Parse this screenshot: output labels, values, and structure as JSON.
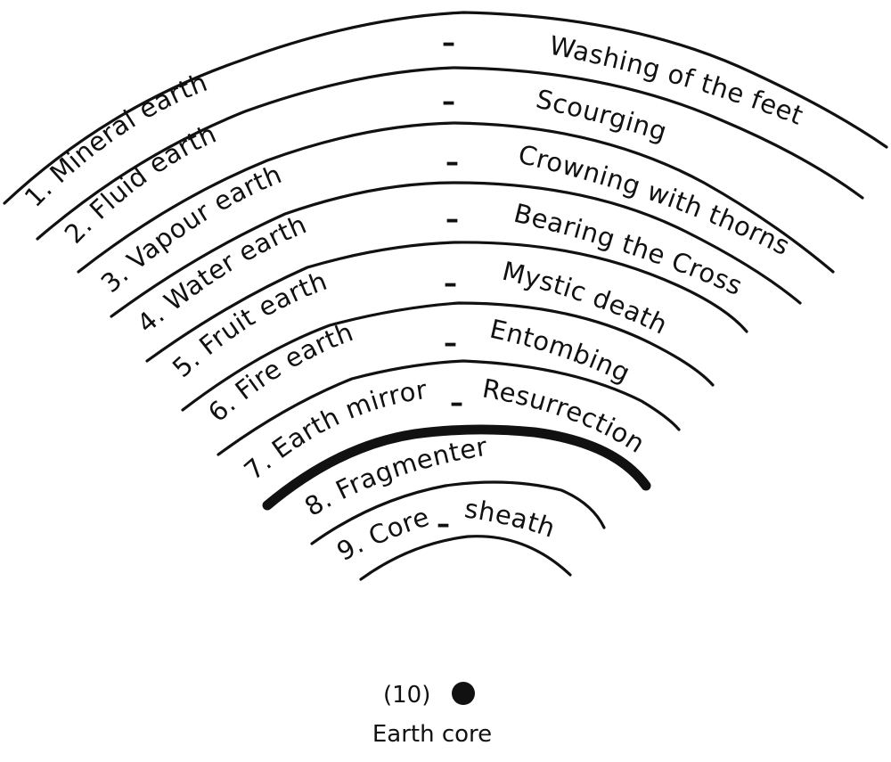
{
  "layers": [
    {
      "label": "1. Mineral earth",
      "meaning": "Washing of the feet"
    },
    {
      "label": "2. Fluid earth",
      "meaning": "Scourging"
    },
    {
      "label": "3. Vapour earth",
      "meaning": "Crowning with thorns"
    },
    {
      "label": "4. Water earth",
      "meaning": "Bearing the Cross"
    },
    {
      "label": "5. Fruit earth",
      "meaning": "Mystic death"
    },
    {
      "label": "6. Fire earth",
      "meaning": "Entombing"
    },
    {
      "label": "7. Earth mirror",
      "meaning": "Resurrection"
    },
    {
      "label": "8. Fragmenter",
      "meaning": ""
    },
    {
      "label": "9. Core",
      "meaning": "sheath"
    }
  ],
  "separator": "–",
  "core": {
    "number": "(10)",
    "label": "Earth core"
  }
}
